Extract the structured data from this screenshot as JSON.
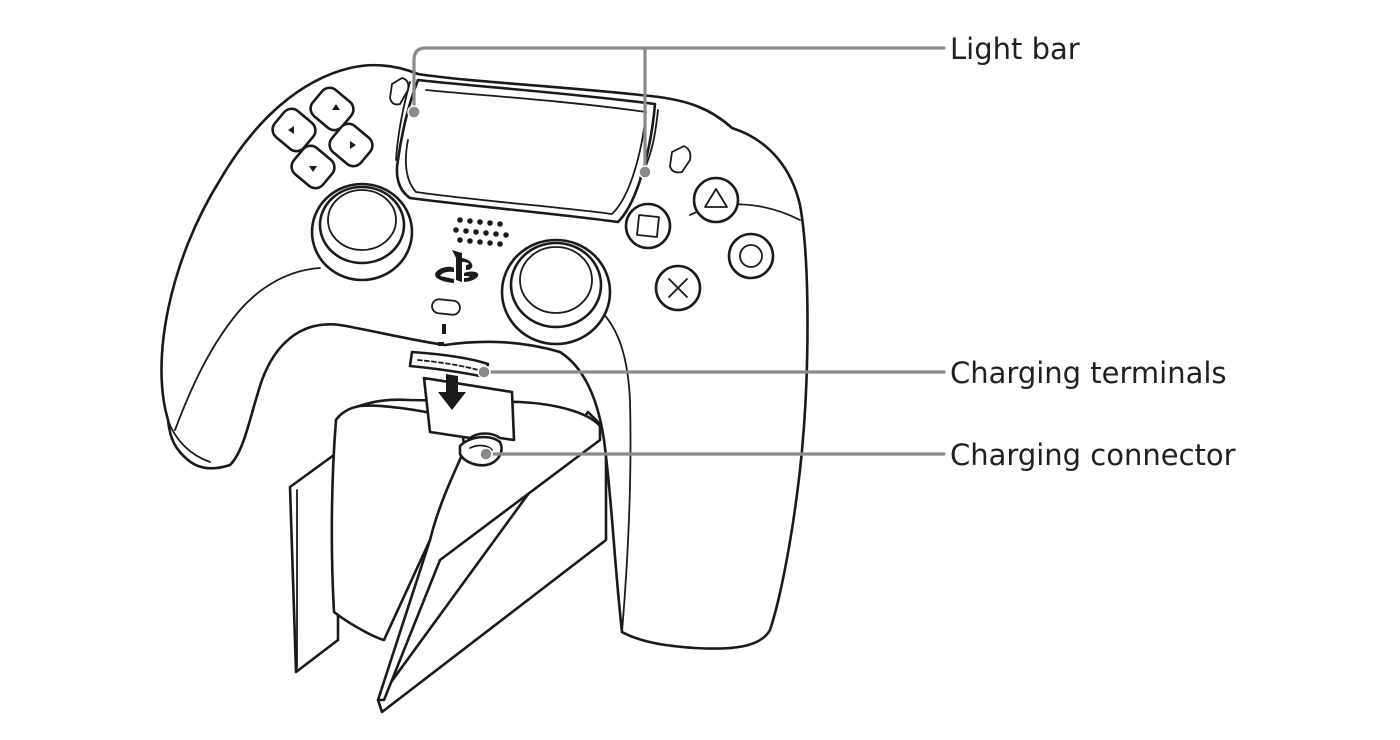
{
  "labels": {
    "light_bar": "Light bar",
    "charging_terminals": "Charging terminals",
    "charging_connector": "Charging connector"
  },
  "colors": {
    "line_art": "#1a1a1a",
    "leader_line": "#8a8a8a",
    "label_text": "#231f20",
    "background": "#ffffff"
  },
  "icons": [
    "playstation-logo-icon",
    "insert-arrow-icon",
    "triangle-button-icon",
    "circle-button-icon",
    "cross-button-icon",
    "square-button-icon",
    "directional-pad-icon"
  ]
}
